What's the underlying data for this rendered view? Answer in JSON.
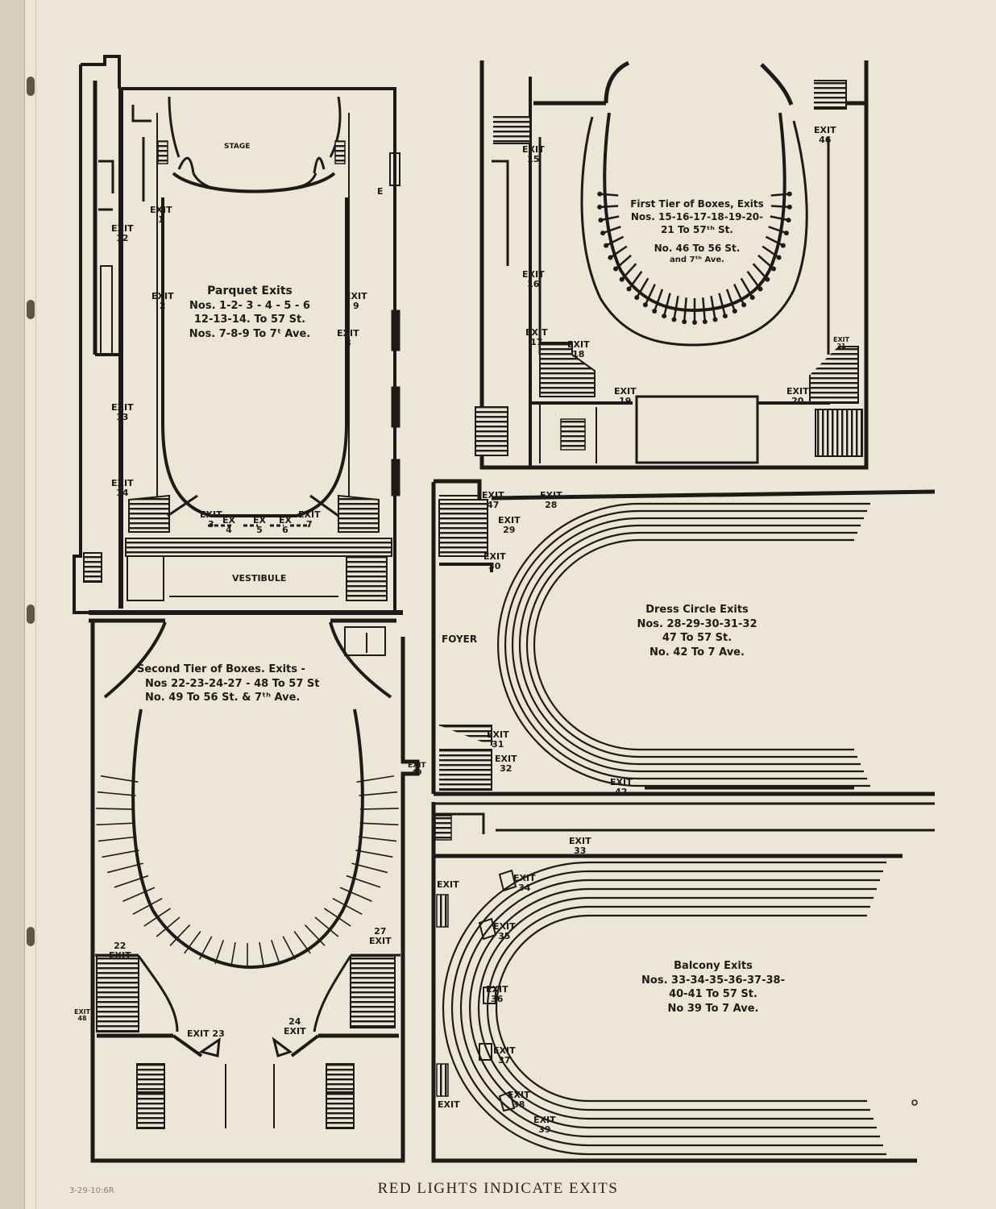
{
  "footer": "RED LIGHTS INDICATE EXITS",
  "pencil_note": "3-29-10:6R",
  "parquet": {
    "title": "Parquet Exits",
    "lines": [
      "Nos. 1-2- 3 - 4 - 5 - 6",
      "12-13-14. To 57 St.",
      "Nos. 7-8-9 To 7ᵗ Ave."
    ],
    "stage": "STAGE",
    "vestibule": "VESTIBULE",
    "e_mark": "E"
  },
  "first_tier": {
    "title": "First Tier of Boxes, Exits",
    "lines": [
      "Nos. 15-16-17-18-19-20-",
      "21 To 57ᵗʰ St.",
      "No. 46 To 56 St.",
      "and 7ᵗʰ Ave."
    ]
  },
  "second_tier": {
    "title": "Second Tier of Boxes. Exits -",
    "lines": [
      "Nos 22-23-24-27 - 48 To 57 St",
      "No. 49 To 56 St. & 7ᵗʰ Ave."
    ]
  },
  "dress_circle": {
    "title": "Dress Circle Exits",
    "lines": [
      "Nos. 28-29-30-31-32",
      "47 To 57 St.",
      "No. 42 To 7 Ave."
    ],
    "foyer": "FOYER"
  },
  "balcony": {
    "title": "Balcony Exits",
    "lines": [
      "Nos. 33-34-35-36-37-38-",
      "40-41 To 57 St.",
      "No 39 To 7 Ave."
    ]
  },
  "exits": {
    "e1": "EXIT\n1",
    "e2": "EXIT\n2",
    "e3": "EXIT\n3",
    "e4": "EX\n4",
    "e5": "EX\n5",
    "e6": "EX\n6",
    "e7": "EXIT\n7",
    "e8": "EXIT\n8",
    "e9": "EXIT\n9",
    "e12": "EXIT\n12",
    "e13": "EXIT\n13",
    "e14": "EXIT\n14",
    "e15": "EXIT\n15",
    "e16": "EXIT\n16",
    "e17": "EXIT\n17",
    "e18": "EXIT\n18",
    "e19": "EXIT\n19",
    "e20": "EXIT\n20",
    "e21": "EXIT\n21",
    "e22": "22\nEXIT",
    "e23": "EXIT 23",
    "e24": "24\nEXIT",
    "e27": "27\nEXIT",
    "e28": "EXIT\n28",
    "e29": "EXIT\n29",
    "e30": "EXIT\n30",
    "e31": "EXIT\n31",
    "e32": "EXIT\n32",
    "e33": "EXIT\n33",
    "e34": "EXIT\n34",
    "e35": "EXIT\n35",
    "e36": "EXIT\n36",
    "e37": "EXIT\n37",
    "e38": "EXIT\n38",
    "e39": "EXIT\n39",
    "e40": "EXIT",
    "e41": "EXIT",
    "e42": "EXIT\n42",
    "e46": "EXIT\n46",
    "e47": "EXIT\n47",
    "e48": "EXIT\n48",
    "e49": "EXIT\n49"
  }
}
